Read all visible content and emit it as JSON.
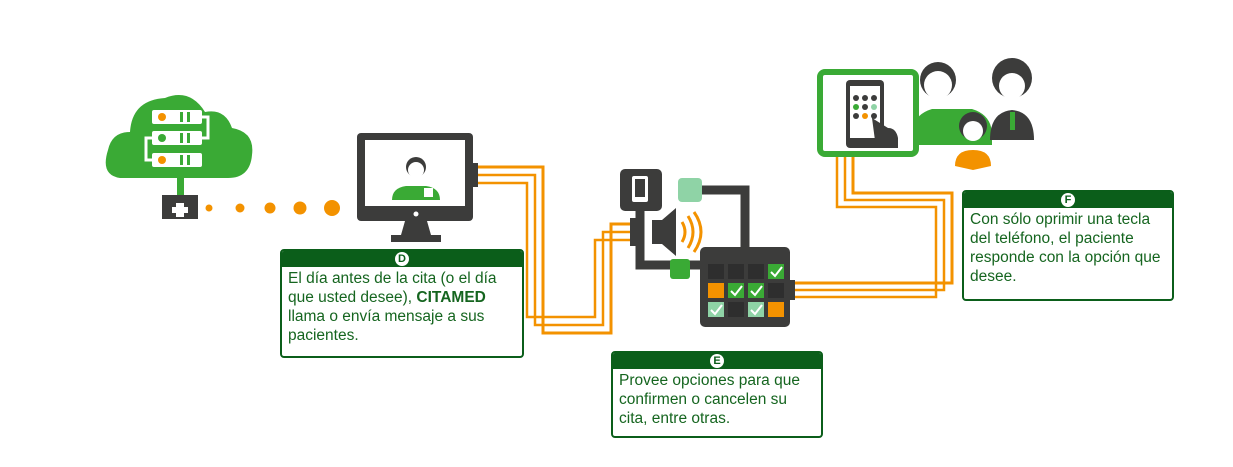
{
  "steps": [
    {
      "letter": "D",
      "text_before": "El día antes de la cita (o el día que usted desee), ",
      "text_bold": "CITAMED",
      "text_after": " llama o envía mensaje a sus pacientes."
    },
    {
      "letter": "E",
      "text": "Provee opciones para que confirmen o cancelen su cita, entre otras."
    },
    {
      "letter": "F",
      "text": "Con sólo oprimir una tecla del teléfono, el paciente responde con la opción que desee."
    }
  ],
  "colors": {
    "green": "#3aaa35",
    "dark_green": "#0b5e1a",
    "orange": "#f39200",
    "dark_gray": "#3c3c3b",
    "light_green": "#8fd3a6"
  }
}
